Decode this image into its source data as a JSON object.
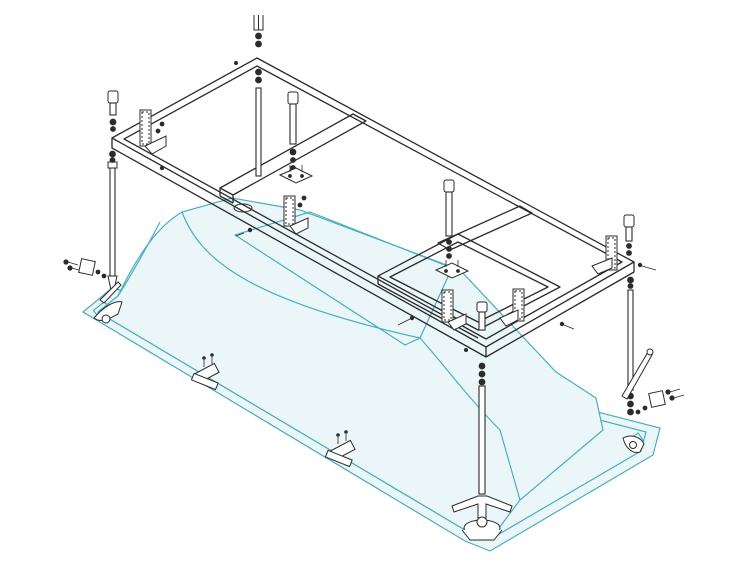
{
  "diagram": {
    "colors": {
      "frame": "#2b2b2b",
      "bathtub": "#4aaec0",
      "bathtub_fill": "#eaf6f8",
      "background": "#ffffff"
    },
    "parts": {
      "frame": "rectangular-support-frame",
      "bathtub": "bathtub-shell",
      "legs": "threaded-adjustable-legs",
      "brackets": "wall-mounting-brackets",
      "clips": "rim-mounting-clips",
      "hardware": "bolts-nuts-washers"
    }
  }
}
